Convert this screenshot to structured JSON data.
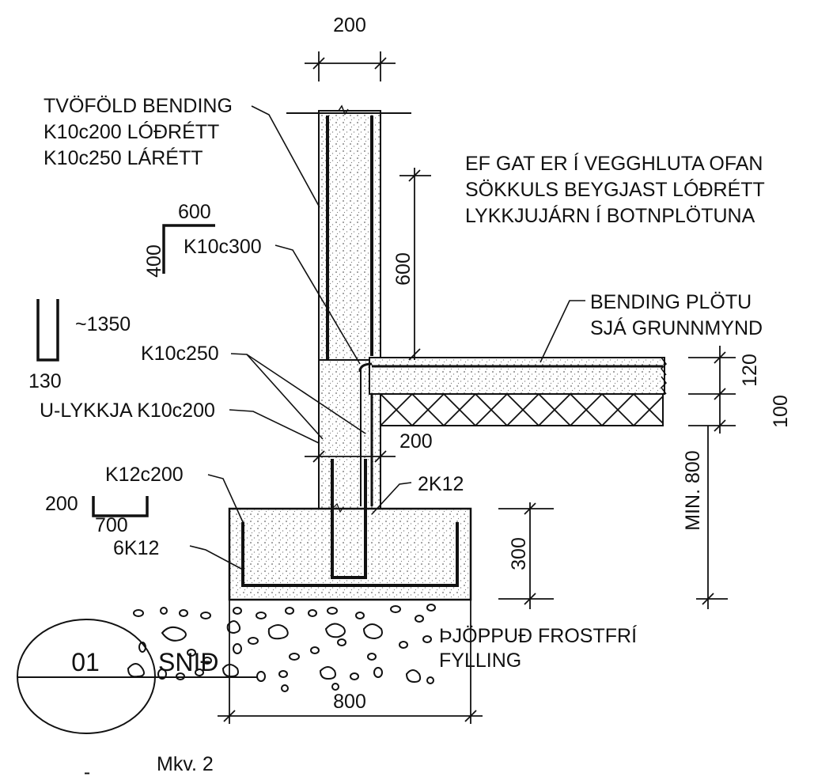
{
  "dims": {
    "wall_width": "200",
    "upper_height": "600",
    "k600": "600",
    "k400": "400",
    "u_len": "~1350",
    "u_w": "130",
    "opening": "200",
    "slab": "120",
    "insul": "100",
    "min_depth": "MIN. 800",
    "footing_h": "300",
    "footing_w": "800",
    "stirrup_h": "200",
    "stirrup_w": "700"
  },
  "labels": {
    "double_reinf": [
      "TVÖFÖLD BENDING",
      "K10c200 LÓÐRÉTT",
      "K10c250 LÁRÉTT"
    ],
    "note": [
      "EF GAT ER Í VEGGHLUTA OFAN",
      "SÖKKULS BEYGJAST LÓÐRÉTT",
      "LYKKJUJÁRN Í BOTNPLÖTUNA"
    ],
    "k10c300": "K10c300",
    "slab_reinf": [
      "BENDING PLÖTU",
      "SJÁ GRUNNMYND"
    ],
    "k10c250": "K10c250",
    "u_loop": "U-LYKKJA K10c200",
    "k12c200": "K12c200",
    "two_k12": "2K12",
    "six_k12": "6K12",
    "fill": [
      "ÞJÖPPUÐ FROSTFRÍ",
      "FYLLING"
    ]
  },
  "title_block": {
    "number": "01",
    "title": "SNIÐ",
    "sheet": "-",
    "scale": "Mkv. 2"
  }
}
